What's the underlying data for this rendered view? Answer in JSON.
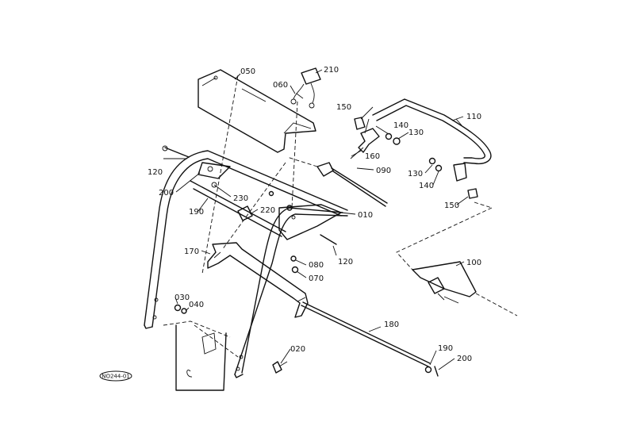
{
  "callouts": {
    "c010": "010",
    "c020": "020",
    "c030": "030",
    "c040": "040",
    "c050": "050",
    "c060": "060",
    "c070": "070",
    "c080": "080",
    "c090": "090",
    "c100": "100",
    "c110": "110",
    "c120a": "120",
    "c120b": "120",
    "c130a": "130",
    "c130b": "130",
    "c140a": "140",
    "c140b": "140",
    "c150a": "150",
    "c150b": "150",
    "c160": "160",
    "c170": "170",
    "c180": "180",
    "c190a": "190",
    "c190b": "190",
    "c200a": "200",
    "c200b": "200",
    "c210": "210",
    "c220": "220",
    "c230": "230"
  },
  "badge": "NO244-01"
}
